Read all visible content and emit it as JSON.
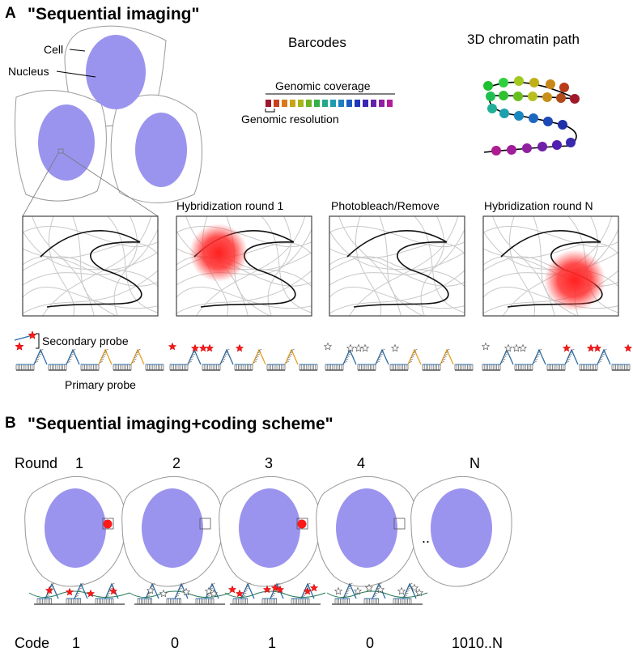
{
  "panel_a": {
    "letter": "A",
    "title": "\"Sequential imaging\"",
    "cell_label": "Cell",
    "nucleus_label": "Nucleus",
    "barcodes_title": "Barcodes",
    "genomic_coverage": "Genomic coverage",
    "genomic_resolution": "Genomic resolution",
    "chromatin_title": "3D chromatin path",
    "rounds": [
      {
        "label": ""
      },
      {
        "label": "Hybridization round 1"
      },
      {
        "label": "Photobleach/Remove"
      },
      {
        "label": "Hybridization round N"
      }
    ],
    "secondary_probe": "Secondary probe",
    "primary_probe": "Primary probe"
  },
  "panel_b": {
    "letter": "B",
    "title": "\"Sequential imaging+coding scheme\"",
    "round_label": "Round",
    "code_label": "Code",
    "rounds": [
      "1",
      "2",
      "3",
      "4",
      "N"
    ],
    "codes": [
      "1",
      "0",
      "1",
      "0",
      "1010..N"
    ],
    "ellipsis": ".."
  },
  "colors": {
    "nucleus": "#9b94ee",
    "signal": "#ff1a1a",
    "probe_blue": "#2b6ca8",
    "probe_orange": "#e8a020",
    "barcode": [
      "#a0162a",
      "#c8401a",
      "#d87a18",
      "#c9a515",
      "#a7b518",
      "#6cb41c",
      "#33b048",
      "#22a88a",
      "#1c9cb0",
      "#1a80c0",
      "#1c5cc0",
      "#2038b8",
      "#3a26b0",
      "#6422a8",
      "#9020a0",
      "#b01c9a"
    ]
  }
}
